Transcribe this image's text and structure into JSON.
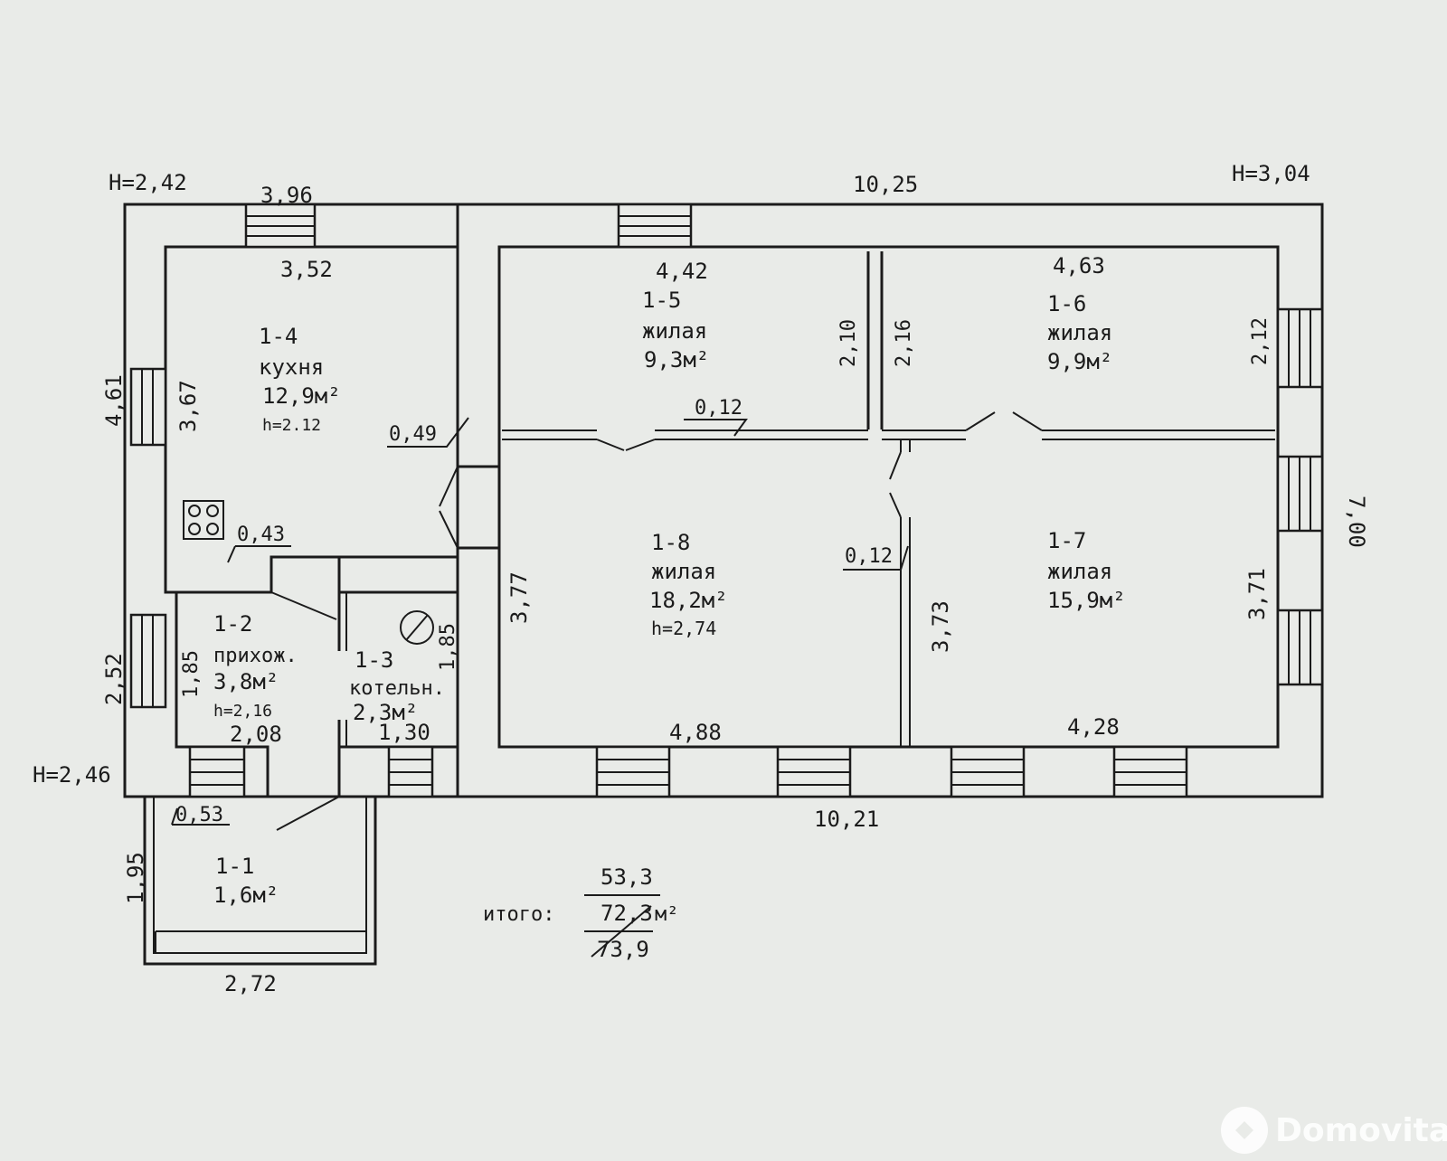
{
  "heights": {
    "left_top": "H=2,42",
    "right_top": "H=3,04",
    "left_bottom": "H=2,46"
  },
  "dimensions": {
    "top_outer_left": "3,96",
    "top_overall": "10,25",
    "bottom_overall": "10,21",
    "right_overall": "7,00",
    "left_upper_outer": "4,61",
    "left_lower_outer": "2,52",
    "porch_left": "1,95",
    "porch_bottom": "2,72",
    "porch_wall": "0,53",
    "kitchen_width": "3,52",
    "kitchen_height": "3,67",
    "kitchen_wall": "0,49",
    "kitchen_partition": "0,43",
    "room5_width": "4,42",
    "room5_height": "2,10",
    "room5_partition": "0,12",
    "room6_width": "4,63",
    "room6_height_left": "2,16",
    "room6_height_right": "2,12",
    "room8_height": "3,77",
    "room8_width": "4,88",
    "room8_partition": "0,12",
    "room7_height_left": "3,73",
    "room7_height_right": "3,71",
    "room7_width": "4,28",
    "hall_height": "1,85",
    "hall_width": "2,08",
    "boiler_height": "1,85",
    "boiler_width": "1,30"
  },
  "rooms": {
    "r1_1": {
      "id": "1-1",
      "area": "1,6м²"
    },
    "r1_2": {
      "id": "1-2",
      "name": "прихож.",
      "area": "3,8м²",
      "h": "h=2,16"
    },
    "r1_3": {
      "id": "1-3",
      "name": "котельн.",
      "area": "2,3м²"
    },
    "r1_4": {
      "id": "1-4",
      "name": "кухня",
      "area": "12,9м²",
      "h": "h=2.12"
    },
    "r1_5": {
      "id": "1-5",
      "name": "жилая",
      "area": "9,3м²"
    },
    "r1_6": {
      "id": "1-6",
      "name": "жилая",
      "area": "9,9м²"
    },
    "r1_7": {
      "id": "1-7",
      "name": "жилая",
      "area": "15,9м²"
    },
    "r1_8": {
      "id": "1-8",
      "name": "жилая",
      "area": "18,2м²",
      "h": "h=2,74"
    }
  },
  "totals": {
    "label": "итого:",
    "living": "53,3",
    "total": "72,3",
    "unit": "м²",
    "overall": "73,9"
  },
  "watermark": "Domovita",
  "colors": {
    "paper": "#e9ebe8",
    "ink": "#1b1b1b"
  }
}
